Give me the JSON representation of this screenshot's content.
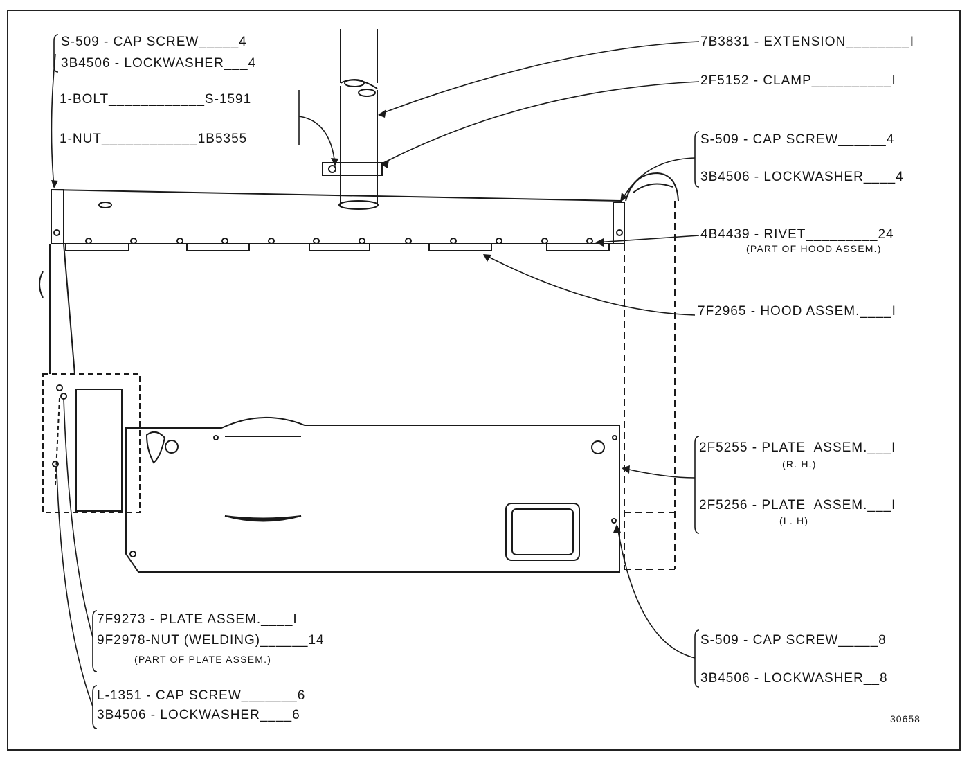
{
  "callouts": {
    "tl_cap_screw": "S-509 - CAP SCREW_____4",
    "tl_lockwasher": "3B4506 - LOCKWASHER___4",
    "bolt": "1-BOLT____________S-1591",
    "nut": "1-NUT____________1B5355",
    "extension": "7B3831 - EXTENSION________I",
    "clamp": "2F5152 - CLAMP__________I",
    "tr_cap_screw": "S-509 - CAP SCREW______4",
    "tr_lockwasher": "3B4506 - LOCKWASHER____4",
    "rivet": "4B4439 - RIVET_________24",
    "rivet_note": "(PART OF HOOD ASSEM.)",
    "hood_assem": "7F2965 - HOOD ASSEM.____I",
    "plate_rh": "2F5255 - PLATE  ASSEM.___I",
    "plate_rh_note": "(R. H.)",
    "plate_lh": "2F5256 - PLATE  ASSEM.___I",
    "plate_lh_note": "(L. H)",
    "plate_assem_7f": "7F9273 - PLATE ASSEM.____I",
    "nut_welding": "9F2978-NUT (WELDING)______14",
    "nut_welding_note": "(PART OF PLATE ASSEM.)",
    "bl_cap_screw": "L-1351 - CAP SCREW_______6",
    "bl_lockwasher": "3B4506 - LOCKWASHER____6",
    "br_cap_screw": "S-509 - CAP SCREW_____8",
    "br_lockwasher": "3B4506 - LOCKWASHER__8"
  },
  "figure_number": "30658"
}
